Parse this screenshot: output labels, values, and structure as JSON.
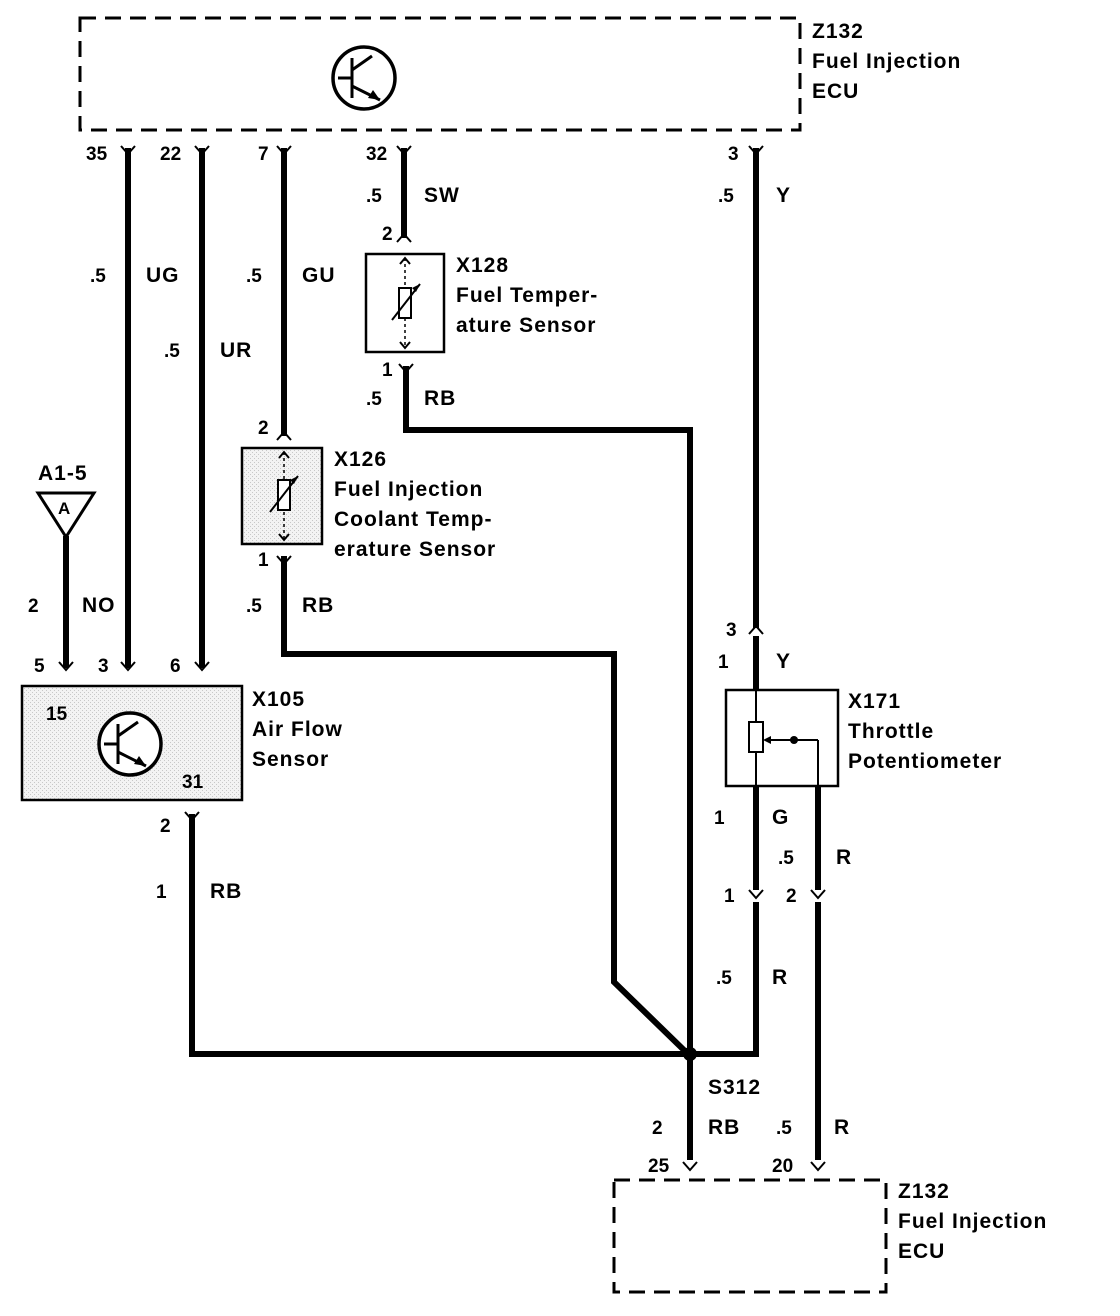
{
  "ecu_top": {
    "id": "Z132",
    "name_line1": "Fuel Injection",
    "name_line2": "ECU"
  },
  "ecu_bottom": {
    "id": "Z132",
    "name_line1": "Fuel Injection",
    "name_line2": "ECU"
  },
  "x128": {
    "id": "X128",
    "name_line1": "Fuel Temper-",
    "name_line2": "ature Sensor"
  },
  "x126": {
    "id": "X126",
    "name_line1": "Fuel Injection",
    "name_line2": "Coolant Temp-",
    "name_line3": "erature Sensor"
  },
  "x105": {
    "id": "X105",
    "name_line1": "Air Flow",
    "name_line2": "Sensor",
    "pin_15": "15",
    "pin_31": "31"
  },
  "x171": {
    "id": "X171",
    "name_line1": "Throttle",
    "name_line2": "Potentiometer"
  },
  "ground": {
    "label": "A1-5",
    "letter": "A"
  },
  "splice": {
    "label": "S312"
  },
  "pins": {
    "ecu_35": "35",
    "ecu_22": "22",
    "ecu_7": "7",
    "ecu_32": "32",
    "ecu_3": "3",
    "x128_2": "2",
    "x128_1": "1",
    "x126_2": "2",
    "x126_1": "1",
    "gnd_2": "2",
    "x105_5": "5",
    "x105_3": "3",
    "x105_6": "6",
    "x105_2": "2",
    "x171_conn_3": "3",
    "x171_1": "1",
    "x171_g_1": "1",
    "x171_conn_1": "1",
    "x171_conn_2": "2",
    "x105_size_1": "1",
    "splice_2": "2",
    "ecu_25": "25",
    "ecu_20": "20"
  },
  "wires": {
    "w35": {
      "size": ".5",
      "color": "UG"
    },
    "w22": {
      "size": ".5",
      "color": "UR"
    },
    "w7": {
      "size": ".5",
      "color": "GU"
    },
    "w32": {
      "size": ".5",
      "color": "SW"
    },
    "w3": {
      "size": ".5",
      "color": "Y"
    },
    "x128_gnd": {
      "size": ".5",
      "color": "RB"
    },
    "x126_gnd": {
      "size": ".5",
      "color": "RB"
    },
    "gnd_no": {
      "color": "NO"
    },
    "x171_y": {
      "color": "Y"
    },
    "x171_g": {
      "color": "G"
    },
    "x171_r": {
      "size": ".5",
      "color": "R"
    },
    "x171_r2": {
      "size": ".5",
      "color": "R"
    },
    "x105_rb": {
      "color": "RB"
    },
    "splice_rb": {
      "color": "RB"
    },
    "ecu20_r": {
      "size": ".5",
      "color": "R"
    }
  }
}
